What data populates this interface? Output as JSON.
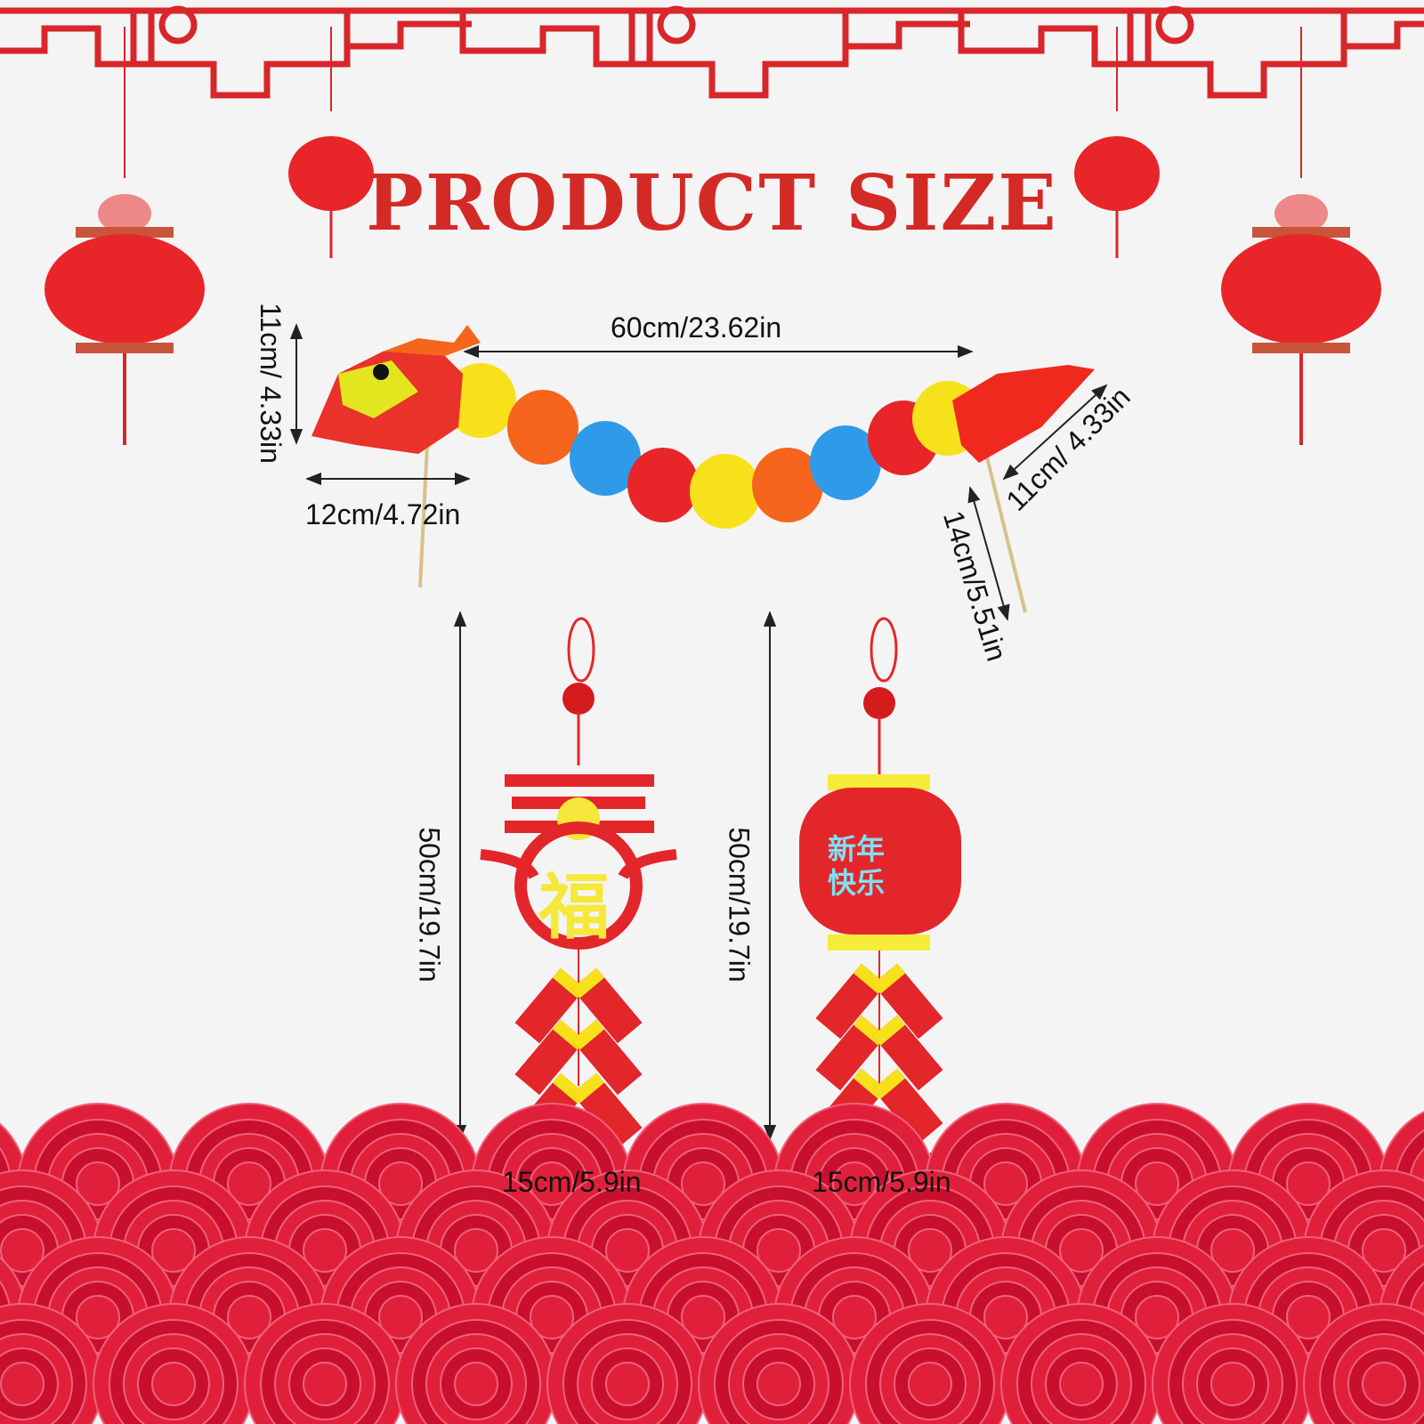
{
  "title": "PRODUCT SIZE",
  "dragon": {
    "head_height": "11cm/ 4.33in",
    "body_length": "60cm/23.62in",
    "head_width": "12cm/4.72in",
    "tail_height": "11cm/ 4.33in",
    "stick_length": "14cm/5.51in"
  },
  "hangings": [
    {
      "height": "50cm/19.7in",
      "width": "15cm/5.9in",
      "motif": "福"
    },
    {
      "height": "50cm/19.7in",
      "width": "15cm/5.9in",
      "motif": "新年快乐"
    }
  ],
  "colors": {
    "accent": "#d42a26",
    "background": "#f4f4f4",
    "yellow": "#f7e11a",
    "blue": "#2f9be8",
    "orange": "#f5651d"
  }
}
